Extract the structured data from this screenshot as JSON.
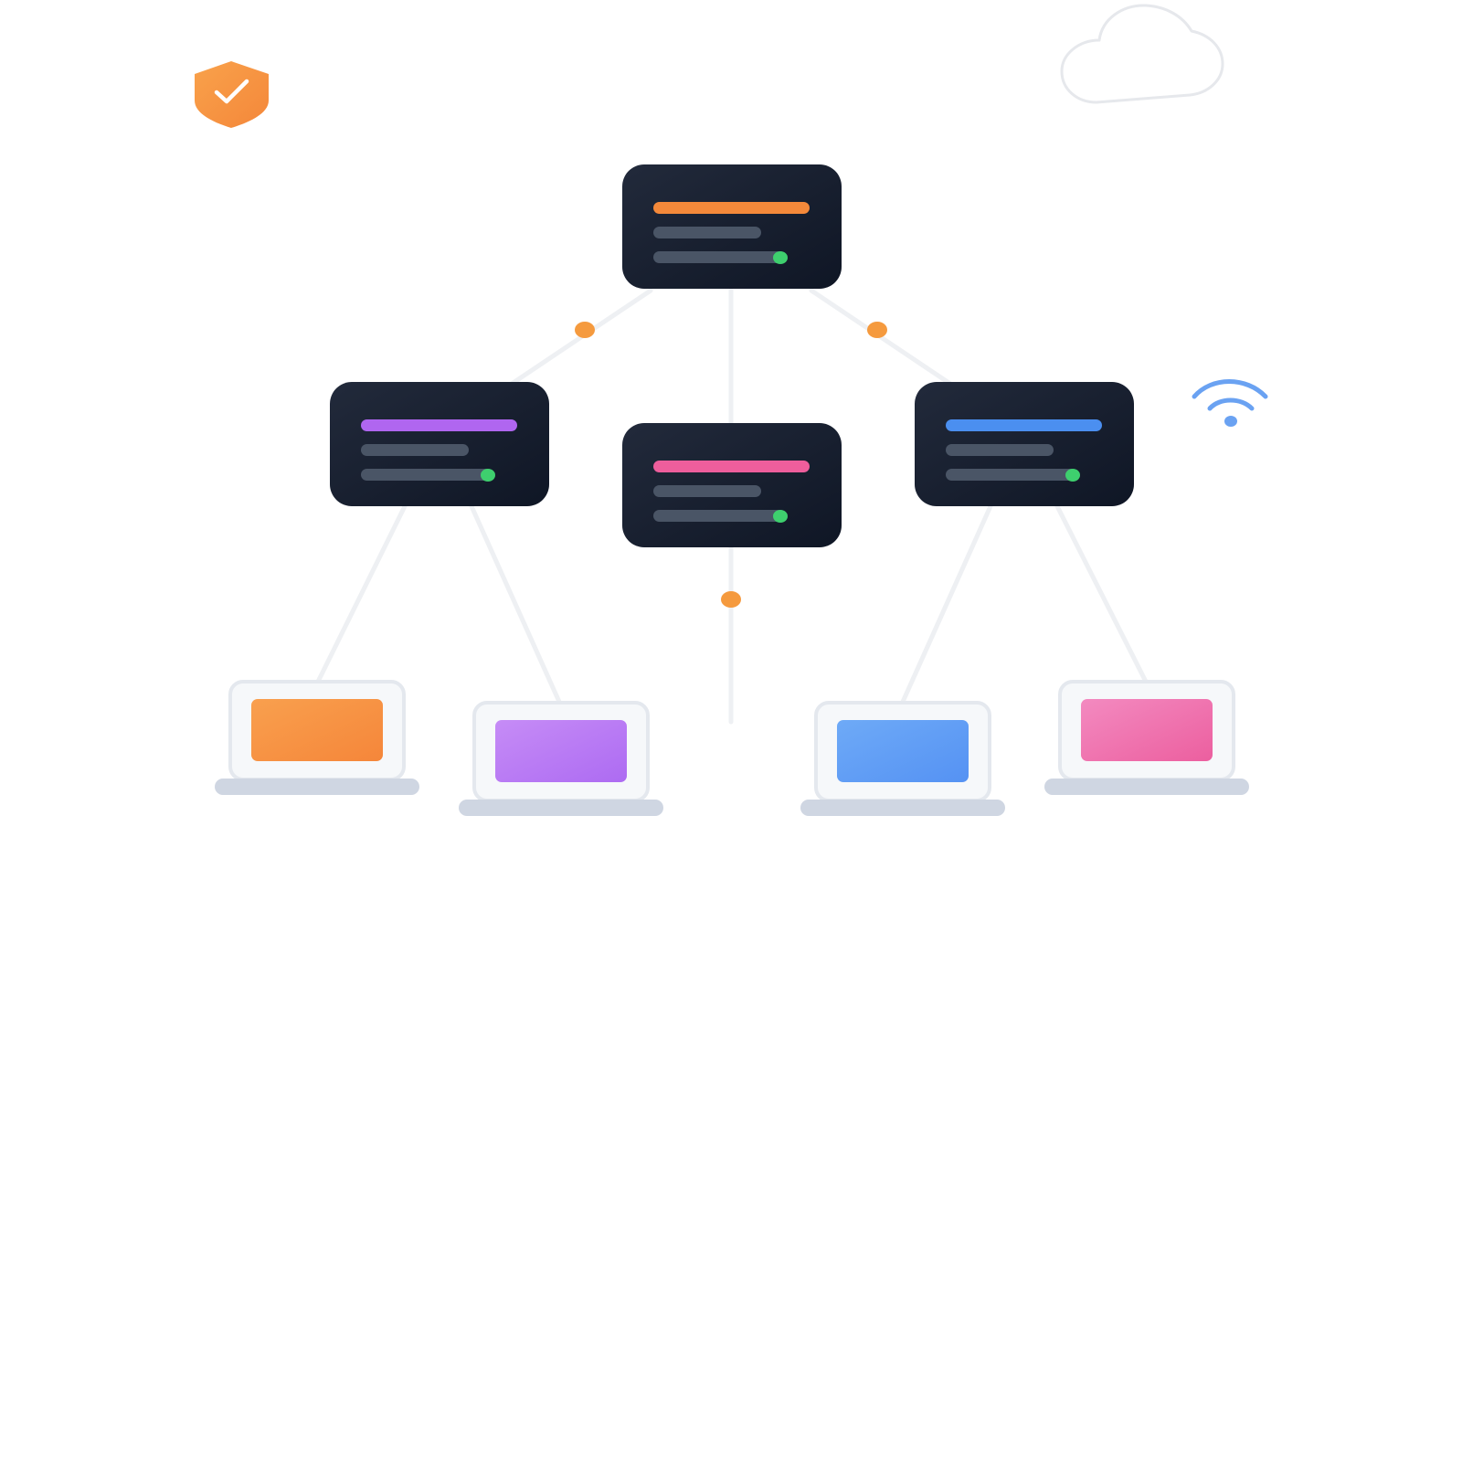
{
  "colors": {
    "background": "#ffffff",
    "connector": "#eef0f3",
    "connector_dot": "#f59a3e",
    "server_body_top": "#222a3b",
    "server_body_bottom": "#0f1625",
    "server_bar": "#4a5566",
    "status_led": "#3ecf6e",
    "laptop_frame": "#f6f8fa",
    "laptop_frame_stroke": "#e4e8ee",
    "laptop_base": "#cfd6e2",
    "cloud_stroke": "#e6e8ec",
    "wifi": "#6aa2f2",
    "shield_top": "#f9a24b",
    "shield_bottom": "#f4873a"
  },
  "icons": [
    "shield-check-icon",
    "cloud-icon",
    "wifi-icon"
  ],
  "servers": [
    {
      "id": "root",
      "accent": "#f4893a",
      "status": "online"
    },
    {
      "id": "left",
      "accent": "#b066f0",
      "status": "online"
    },
    {
      "id": "center",
      "accent": "#ee5e9c",
      "status": "online"
    },
    {
      "id": "right",
      "accent": "#4b8ff0",
      "status": "online"
    }
  ],
  "laptops": [
    {
      "id": "laptop-1",
      "parent": "left",
      "screen_from": "#f9a04e",
      "screen_to": "#f5863a"
    },
    {
      "id": "laptop-2",
      "parent": "left",
      "screen_from": "#c68cf6",
      "screen_to": "#ad6bf2"
    },
    {
      "id": "laptop-3",
      "parent": "right",
      "screen_from": "#6eaaf7",
      "screen_to": "#5592f3"
    },
    {
      "id": "laptop-4",
      "parent": "right",
      "screen_from": "#f38ac0",
      "screen_to": "#ec5f9f"
    }
  ]
}
